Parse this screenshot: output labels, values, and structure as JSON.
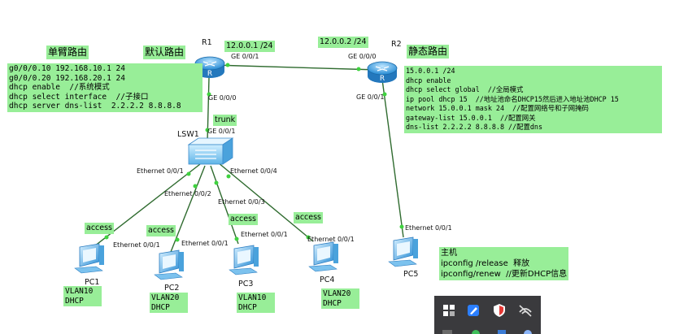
{
  "devices": {
    "r1": "R1",
    "r2": "R2",
    "sw": "LSW1",
    "pc1": "PC1",
    "pc2": "PC2",
    "pc3": "PC3",
    "pc4": "PC4",
    "pc5": "PC5"
  },
  "ports": {
    "r1_ge001": "GE 0/0/1",
    "r1_ge000": "GE 0/0/0",
    "r2_ge000": "GE 0/0/0",
    "r2_ge001": "GE 0/0/1",
    "sw_ge001": "GE 0/0/1",
    "sw_e1": "Ethernet 0/0/1",
    "sw_e2": "Ethernet 0/0/2",
    "sw_e3": "Ethernet 0/0/3",
    "sw_e4": "Ethernet 0/0/4",
    "pc1_e": "Ethernet 0/0/1",
    "pc2_e": "Ethernet 0/0/1",
    "pc3_e": "Ethernet 0/0/1",
    "pc4_e": "Ethernet 0/0/1",
    "pc5_e": "Ethernet 0/0/1"
  },
  "notes": {
    "r1_ip": "12.0.0.1 /24",
    "r2_ip": "12.0.0.2 /24",
    "onearm_title": "单臂路由",
    "default_title": "默认路由",
    "static_title": "静态路由",
    "trunk": "trunk",
    "r1_config": "g0/0/0.10 192.168.10.1 24\ng0/0/0.20 192.168.20.1 24\ndhcp enable  //系统模式\ndhcp select interface  //子接口\ndhcp server dns-list  2.2.2.2 8.8.8.8",
    "r2_config": "15.0.0.1 /24\ndhcp enable\ndhcp select global  //全局模式\nip pool dhcp 15  //地址池命名DHCP15然后进入地址池DHCP 15\nnetwork 15.0.0.1 mask 24  //配置网络号和子网掩码\ngateway-list 15.0.0.1  //配置网关\ndns-list 2.2.2.2 8.8.8.8 //配置dns",
    "access1": "access",
    "access2": "access",
    "access3": "access",
    "access4": "access",
    "pc1_info": "VLAN10\nDHCP",
    "pc2_info": "VLAN20\nDHCP",
    "pc3_info": "VLAN10\nDHCP",
    "pc4_info": "VLAN20\nDHCP",
    "host_info": "主机\nipconfig /release  释放\nipconfig/renew  //更新DHCP信息"
  },
  "taskbar": {
    "icons": [
      "app-grid-icon",
      "pen-app-icon",
      "shield-icon",
      "network-muted-icon"
    ]
  },
  "colors": {
    "note_bg": "#98ee98",
    "link": "#2f6b2f",
    "port_dot": "#3fd23f",
    "router_blue": "#2d8fd6",
    "taskbar": "#3a3a3d"
  }
}
